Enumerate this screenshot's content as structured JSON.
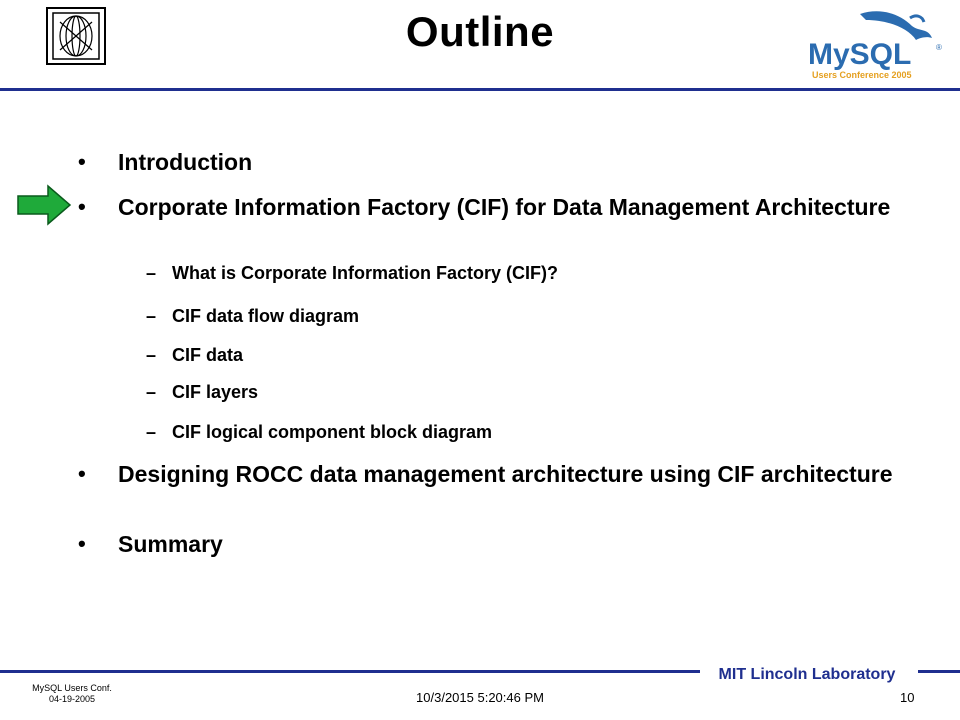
{
  "slide": {
    "title": "Outline",
    "bullets": [
      "Introduction",
      "Corporate Information Factory (CIF) for Data Management Architecture",
      "Designing ROCC data management architecture using CIF architecture",
      "Summary"
    ],
    "subitems": [
      "What is Corporate Information Factory (CIF)?",
      "CIF data flow diagram",
      "CIF data",
      "CIF layers",
      "CIF logical component block diagram"
    ],
    "bullet_glyph": "•",
    "dash_glyph": "–"
  },
  "logos": {
    "mysql_text": "MySQL",
    "mysql_sub": "Users Conference 2005",
    "registered": "®"
  },
  "footer": {
    "lab": "MIT Lincoln Laboratory",
    "conf_line1": "MySQL Users Conf.",
    "conf_line2": "04-19-2005",
    "datetime": "10/3/2015 5:20:46 PM",
    "page": "10"
  },
  "colors": {
    "rule": "#1f2f8f",
    "arrow_fill": "#1faa3a",
    "mysql_blue": "#2b6cb0",
    "mysql_orange": "#e5a020"
  }
}
